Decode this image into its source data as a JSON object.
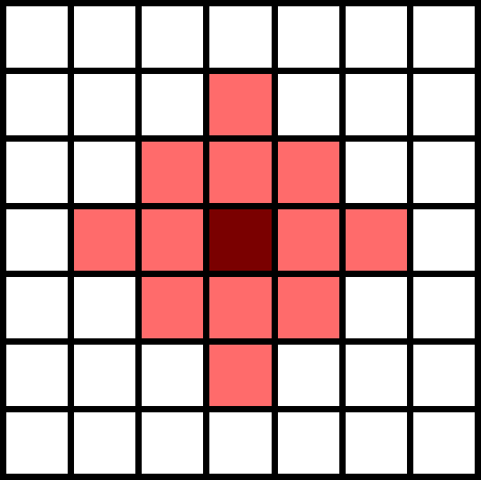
{
  "grid": {
    "rows": 7,
    "cols": 7,
    "colors": {
      "line": "#000000",
      "empty": "#ffffff",
      "neighbor": "#ff6b6b",
      "center": "#7a0000"
    },
    "cells": [
      [
        "empty",
        "empty",
        "empty",
        "empty",
        "empty",
        "empty",
        "empty"
      ],
      [
        "empty",
        "empty",
        "empty",
        "neighbor",
        "empty",
        "empty",
        "empty"
      ],
      [
        "empty",
        "empty",
        "neighbor",
        "neighbor",
        "neighbor",
        "empty",
        "empty"
      ],
      [
        "empty",
        "neighbor",
        "neighbor",
        "center",
        "neighbor",
        "neighbor",
        "empty"
      ],
      [
        "empty",
        "empty",
        "neighbor",
        "neighbor",
        "neighbor",
        "empty",
        "empty"
      ],
      [
        "empty",
        "empty",
        "empty",
        "neighbor",
        "empty",
        "empty",
        "empty"
      ],
      [
        "empty",
        "empty",
        "empty",
        "empty",
        "empty",
        "empty",
        "empty"
      ]
    ]
  }
}
